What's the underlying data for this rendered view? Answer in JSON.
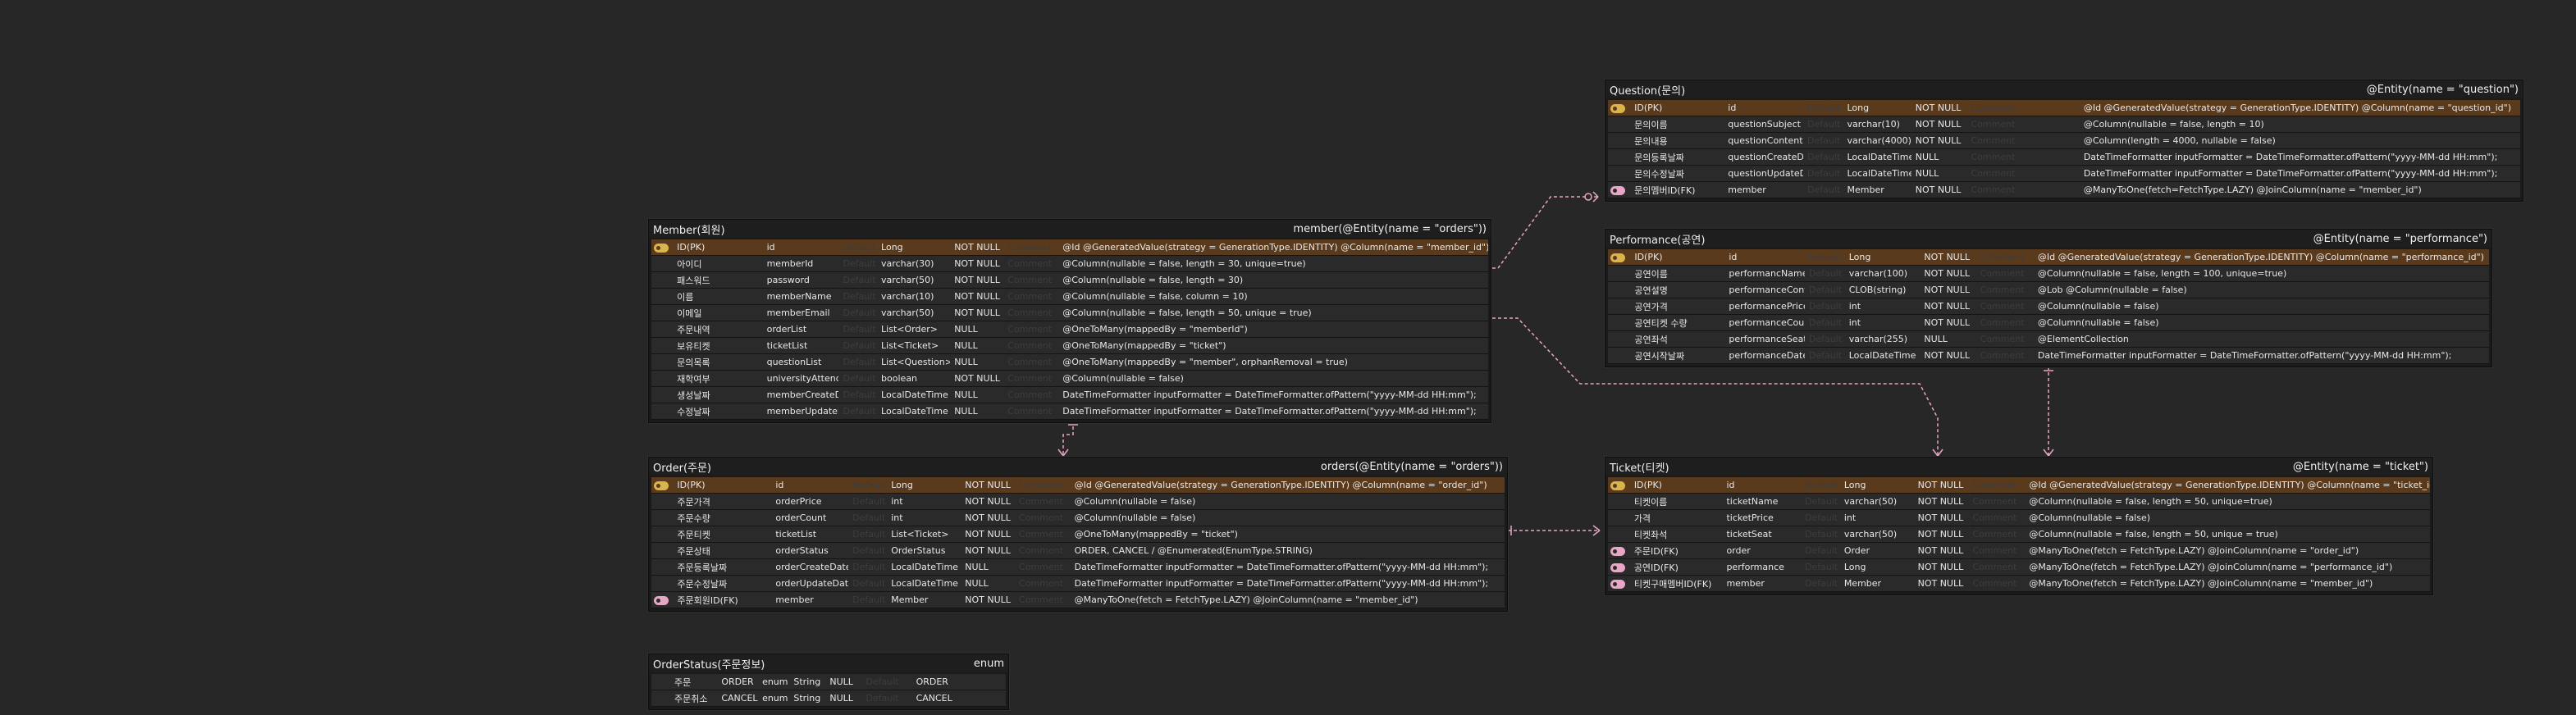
{
  "colors": {
    "background": "#272727",
    "pk_row": "#5a3a1c",
    "relation_line": "#e7a6c6",
    "pk_icon": "#d9b44a"
  },
  "placeholders": {
    "default": "Default",
    "comment": "Comment"
  },
  "entities": {
    "question": {
      "name": "Question(문의)",
      "annotation": "@Entity(name = \"question\")",
      "rows": [
        {
          "key": "pk",
          "logical": "ID(PK)",
          "physical": "id",
          "type": "Long",
          "null": "NOT NULL",
          "annotation": "@Id @GeneratedValue(strategy = GenerationType.IDENTITY) @Column(name = \"question_id\")"
        },
        {
          "key": "",
          "logical": "문의이름",
          "physical": "questionSubject",
          "type": "varchar(10)",
          "null": "NOT NULL",
          "annotation": "@Column(nullable = false, length = 10)"
        },
        {
          "key": "",
          "logical": "문의내용",
          "physical": "questionContents",
          "type": "varchar(4000)",
          "null": "NOT NULL",
          "annotation": "@Column(length = 4000, nullable = false)"
        },
        {
          "key": "",
          "logical": "문의등록날짜",
          "physical": "questionCreateDate",
          "type": "LocalDateTime",
          "null": "NULL",
          "annotation": "DateTimeFormatter inputFormatter = DateTimeFormatter.ofPattern(\"yyyy-MM-dd HH:mm\");"
        },
        {
          "key": "",
          "logical": "문의수정날짜",
          "physical": "questionUpdateDate",
          "type": "LocalDateTime",
          "null": "NULL",
          "annotation": "DateTimeFormatter inputFormatter = DateTimeFormatter.ofPattern(\"yyyy-MM-dd HH:mm\");"
        },
        {
          "key": "fk",
          "logical": "문의멤버ID(FK)",
          "physical": "member",
          "type": "Member",
          "null": "NOT NULL",
          "annotation": "@ManyToOne(fetch=FetchType.LAZY) @JoinColumn(name = \"member_id\")"
        }
      ]
    },
    "member": {
      "name": "Member(회원)",
      "annotation": "member(@Entity(name = \"orders\"))",
      "rows": [
        {
          "key": "pk",
          "logical": "ID(PK)",
          "physical": "id",
          "type": "Long",
          "null": "NOT NULL",
          "annotation": "@Id @GeneratedValue(strategy = GenerationType.IDENTITY) @Column(name = \"member_id\")"
        },
        {
          "key": "",
          "logical": "아이디",
          "physical": "memberId",
          "type": "varchar(30)",
          "null": "NOT NULL",
          "annotation": "@Column(nullable = false, length = 30, unique=true)"
        },
        {
          "key": "",
          "logical": "패스워드",
          "physical": "password",
          "type": "varchar(50)",
          "null": "NOT NULL",
          "annotation": "@Column(nullable = false, length = 30)"
        },
        {
          "key": "",
          "logical": "이름",
          "physical": "memberName",
          "type": "varchar(10)",
          "null": "NOT NULL",
          "annotation": "@Column(nullable = false, column = 10)"
        },
        {
          "key": "",
          "logical": "이메일",
          "physical": "memberEmail",
          "type": "varchar(50)",
          "null": "NOT NULL",
          "annotation": "@Column(nullable = false, length = 50, unique = true)"
        },
        {
          "key": "",
          "logical": "주문내역",
          "physical": "orderList",
          "type": "List<Order>",
          "null": "NULL",
          "annotation": "@OneToMany(mappedBy = \"memberId\")"
        },
        {
          "key": "",
          "logical": "보유티켓",
          "physical": "ticketList",
          "type": "List<Ticket>",
          "null": "NULL",
          "annotation": "@OneToMany(mappedBy = \"ticket\")"
        },
        {
          "key": "",
          "logical": "문의목록",
          "physical": "questionList",
          "type": "List<Question>",
          "null": "NULL",
          "annotation": "@OneToMany(mappedBy = \"member\", orphanRemoval = true)"
        },
        {
          "key": "",
          "logical": "재학여부",
          "physical": "universityAttendance",
          "type": "boolean",
          "null": "NOT NULL",
          "annotation": "@Column(nullable = false)"
        },
        {
          "key": "",
          "logical": "생성날짜",
          "physical": "memberCreateDate",
          "type": "LocalDateTime",
          "null": "NULL",
          "annotation": "DateTimeFormatter inputFormatter = DateTimeFormatter.ofPattern(\"yyyy-MM-dd HH:mm\");"
        },
        {
          "key": "",
          "logical": "수정날짜",
          "physical": "memberUpdateDate",
          "type": "LocalDateTime",
          "null": "NULL",
          "annotation": "DateTimeFormatter inputFormatter = DateTimeFormatter.ofPattern(\"yyyy-MM-dd HH:mm\");"
        }
      ]
    },
    "performance": {
      "name": "Performance(공연)",
      "annotation": "@Entity(name = \"performance\")",
      "rows": [
        {
          "key": "pk",
          "logical": "ID(PK)",
          "physical": "id",
          "type": "Long",
          "null": "NOT NULL",
          "annotation": "@Id @GeneratedValue(strategy = GenerationType.IDENTITY) @Column(name = \"performance_id\")"
        },
        {
          "key": "",
          "logical": "공연이름",
          "physical": "performancName",
          "type": "varchar(100)",
          "null": "NOT NULL",
          "annotation": "@Column(nullable = false, length = 100, unique=true)"
        },
        {
          "key": "",
          "logical": "공연설명",
          "physical": "performanceContents",
          "type": "CLOB(string)",
          "null": "NOT NULL",
          "annotation": "@Lob @Column(nullable = false)"
        },
        {
          "key": "",
          "logical": "공연가격",
          "physical": "performancePrice",
          "type": "int",
          "null": "NOT NULL",
          "annotation": "@Column(nullable = false)"
        },
        {
          "key": "",
          "logical": "공연티켓 수량",
          "physical": "performanceCount",
          "type": "int",
          "null": "NOT NULL",
          "annotation": "@Column(nullable = false)"
        },
        {
          "key": "",
          "logical": "공연좌석",
          "physical": "performanceSeat",
          "type": "varchar(255)",
          "null": "NULL",
          "annotation": "@ElementCollection"
        },
        {
          "key": "",
          "logical": "공연시작날짜",
          "physical": "performanceDate",
          "type": "LocalDateTime",
          "null": "NOT NULL",
          "annotation": "DateTimeFormatter inputFormatter = DateTimeFormatter.ofPattern(\"yyyy-MM-dd HH:mm\");"
        }
      ]
    },
    "order": {
      "name": "Order(주문)",
      "annotation": "orders(@Entity(name = \"orders\"))",
      "rows": [
        {
          "key": "pk",
          "logical": "ID(PK)",
          "physical": "id",
          "type": "Long",
          "null": "NOT NULL",
          "annotation": "@Id @GeneratedValue(strategy = GenerationType.IDENTITY) @Column(name = \"order_id\")"
        },
        {
          "key": "",
          "logical": "주문가격",
          "physical": "orderPrice",
          "type": "int",
          "null": "NOT NULL",
          "annotation": "@Column(nullable = false)"
        },
        {
          "key": "",
          "logical": "주문수량",
          "physical": "orderCount",
          "type": "int",
          "null": "NOT NULL",
          "annotation": "@Column(nullable = false)"
        },
        {
          "key": "",
          "logical": "주문티켓",
          "physical": "ticketList",
          "type": "List<Ticket>",
          "null": "NOT NULL",
          "annotation": "@OneToMany(mappedBy = \"ticket\")"
        },
        {
          "key": "",
          "logical": "주문상태",
          "physical": "orderStatus",
          "type": "OrderStatus",
          "null": "NOT NULL",
          "annotation": "ORDER, CANCEL / @Enumerated(EnumType.STRING)"
        },
        {
          "key": "",
          "logical": "주문등록날짜",
          "physical": "orderCreateDate",
          "type": "LocalDateTime",
          "null": "NULL",
          "annotation": "DateTimeFormatter inputFormatter = DateTimeFormatter.ofPattern(\"yyyy-MM-dd HH:mm\");"
        },
        {
          "key": "",
          "logical": "주문수정날짜",
          "physical": "orderUpdateDate",
          "type": "LocalDateTime",
          "null": "NULL",
          "annotation": "DateTimeFormatter inputFormatter = DateTimeFormatter.ofPattern(\"yyyy-MM-dd HH:mm\");"
        },
        {
          "key": "fk",
          "logical": "주문회원ID(FK)",
          "physical": "member",
          "type": "Member",
          "null": "NOT NULL",
          "annotation": "@ManyToOne(fetch = FetchType.LAZY) @JoinColumn(name = \"member_id\")"
        }
      ]
    },
    "ticket": {
      "name": "Ticket(티켓)",
      "annotation": "@Entity(name = \"ticket\")",
      "rows": [
        {
          "key": "pk",
          "logical": "ID(PK)",
          "physical": "id",
          "type": "Long",
          "null": "NOT NULL",
          "annotation": "@Id @GeneratedValue(strategy = GenerationType.IDENTITY) @Column(name = \"ticket_id\")"
        },
        {
          "key": "",
          "logical": "티켓이름",
          "physical": "ticketName",
          "type": "varchar(50)",
          "null": "NOT NULL",
          "annotation": "@Column(nullable = false, length = 50, unique=true)"
        },
        {
          "key": "",
          "logical": "가격",
          "physical": "ticketPrice",
          "type": "int",
          "null": "NOT NULL",
          "annotation": "@Column(nullable = false)"
        },
        {
          "key": "",
          "logical": "티켓좌석",
          "physical": "ticketSeat",
          "type": "varchar(50)",
          "null": "NOT NULL",
          "annotation": "@Column(nullable = false, length = 50, unique = true)"
        },
        {
          "key": "fk",
          "logical": "주문ID(FK)",
          "physical": "order",
          "type": "Order",
          "null": "NOT NULL",
          "annotation": "@ManyToOne(fetch = FetchType.LAZY) @JoinColumn(name = \"order_id\")"
        },
        {
          "key": "fk",
          "logical": "공연ID(FK)",
          "physical": "performance",
          "type": "Long",
          "null": "NOT NULL",
          "annotation": "@ManyToOne(fetch = FetchType.LAZY) @JoinColumn(name = \"performance_id\")"
        },
        {
          "key": "fk",
          "logical": "티켓구매멤버ID(FK)",
          "physical": "member",
          "type": "Member",
          "null": "NOT NULL",
          "annotation": "@ManyToOne(fetch = FetchType.LAZY) @JoinColumn(name = \"member_id\")"
        }
      ]
    },
    "orderstatus": {
      "name": "OrderStatus(주문정보)",
      "annotation": "enum",
      "rows": [
        {
          "key": "",
          "logical": "주문",
          "physical": "ORDER",
          "type": "enum",
          "str": "String",
          "null": "NULL",
          "annotation": "ORDER"
        },
        {
          "key": "",
          "logical": "주문취소",
          "physical": "CANCEL",
          "type": "enum",
          "str": "String",
          "null": "NULL",
          "annotation": "CANCEL"
        }
      ]
    }
  }
}
